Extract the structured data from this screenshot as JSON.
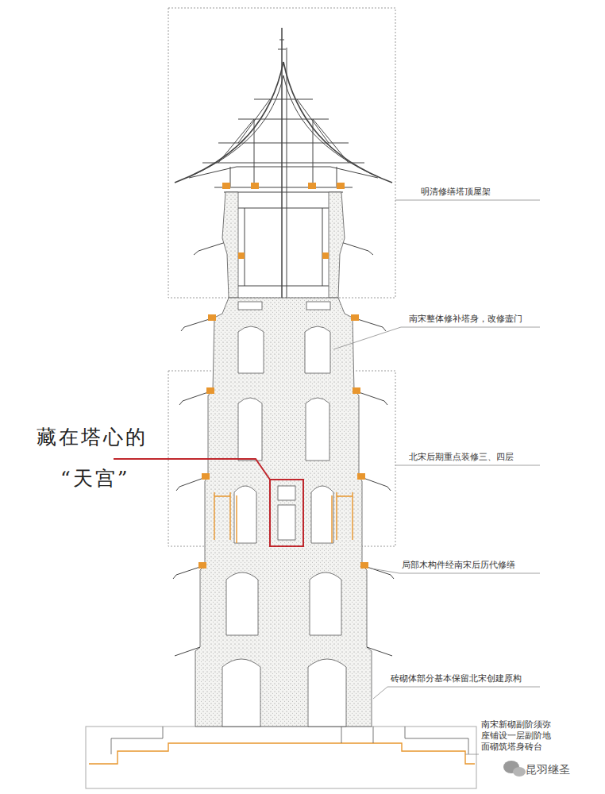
{
  "diagram": {
    "labels": [
      "明清修缮塔顶屋架",
      "南宋整体修补塔身，改修壸门",
      "北宋后期重点装修三、四层",
      "局部木构件经南宋后历代修缮",
      "砖砌体部分基本保留北宋创建原构",
      "南宋新砌副阶须弥座铺设一层副阶地面砌筑塔身砖台",
      "藏在塔心的",
      "“天宫”",
      "昆羽继圣"
    ]
  }
}
